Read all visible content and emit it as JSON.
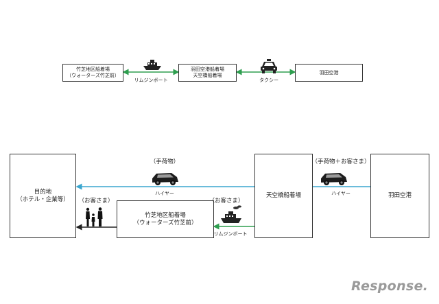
{
  "top_row": {
    "node1": [
      "竹芝地区船着場",
      "（ウォーターズ竹芝前）"
    ],
    "node2": [
      "羽田空港船着場",
      "天空橋船着場"
    ],
    "node3": "羽田空港",
    "link1_label": "リムジンボート",
    "link2_label": "タクシー"
  },
  "bottom_row": {
    "destination": [
      "目的地",
      "（ホテル・企業等）"
    ],
    "pier_takeshiba": [
      "竹芝地区船着場",
      "（ウォーターズ竹芝前）"
    ],
    "pier_tenkubashi": "天空橋船着場",
    "airport": "羽田空港",
    "label_baggage": "（手荷物）",
    "label_baggage_guests": "（手荷物＋お客さま）",
    "label_guests_boat": "（お客さま）",
    "label_guests_walk": "（お客さま）",
    "label_hire_left": "ハイヤー",
    "label_hire_right": "ハイヤー",
    "label_boat": "リムジンボート"
  },
  "colors": {
    "boat_line": "#2e9e4f",
    "hire_line": "#3aa6cf",
    "walk_line": "#222222"
  },
  "watermark": "Response."
}
